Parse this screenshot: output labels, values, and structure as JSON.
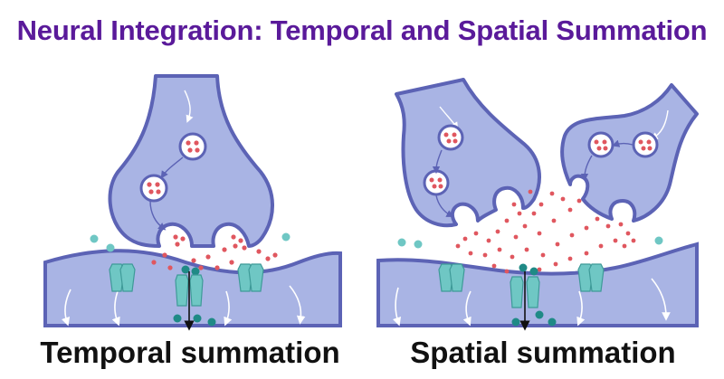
{
  "title": "Neural Integration: Temporal and Spatial Summation",
  "colors": {
    "title": "#5a1a9a",
    "neuron_fill": "#a9b4e4",
    "neuron_stroke": "#5c63b5",
    "vesicle_fill": "#ffffff",
    "neurotransmitter": "#e0575f",
    "channel": "#6fc7c4",
    "channel_stroke": "#3e9a98",
    "ion": "#1f8a86",
    "caption": "#111111"
  },
  "panels": [
    {
      "id": "temporal",
      "caption": "Temporal summation",
      "presynaptic_terminals": 1,
      "icons": [
        "presynaptic-terminal-icon",
        "synaptic-vesicle-icon",
        "ion-channel-icon",
        "postsynaptic-membrane-icon"
      ]
    },
    {
      "id": "spatial",
      "caption": "Spatial summation",
      "presynaptic_terminals": 2,
      "icons": [
        "presynaptic-terminal-icon",
        "synaptic-vesicle-icon",
        "ion-channel-icon",
        "postsynaptic-membrane-icon"
      ]
    }
  ]
}
